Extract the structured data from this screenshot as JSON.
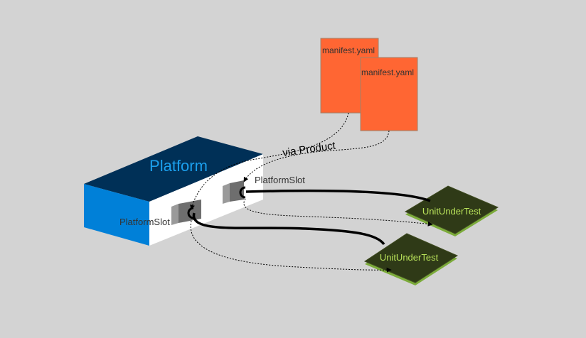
{
  "diagram": {
    "platform_label": "Platform",
    "slots": [
      {
        "label": "PlatformSlot"
      },
      {
        "label": "PlatformSlot"
      }
    ],
    "manifests": [
      {
        "label": "manifest.yaml"
      },
      {
        "label": "manifest.yaml"
      }
    ],
    "units": [
      {
        "label": "UnitUnderTest"
      },
      {
        "label": "UnitUnderTest"
      }
    ],
    "via_label": "via Product"
  },
  "colors": {
    "background": "#d3d3d3",
    "platform_top": "#003057",
    "platform_left": "#0080d8",
    "platform_front": "#ffffff",
    "platform_label": "#1ba0ee",
    "manifest_fill": "#ff6633",
    "manifest_stroke": "#a0806a",
    "unit_fill": "#2f3a17",
    "unit_edge": "#7cab3b",
    "unit_label": "#b9e25a"
  }
}
